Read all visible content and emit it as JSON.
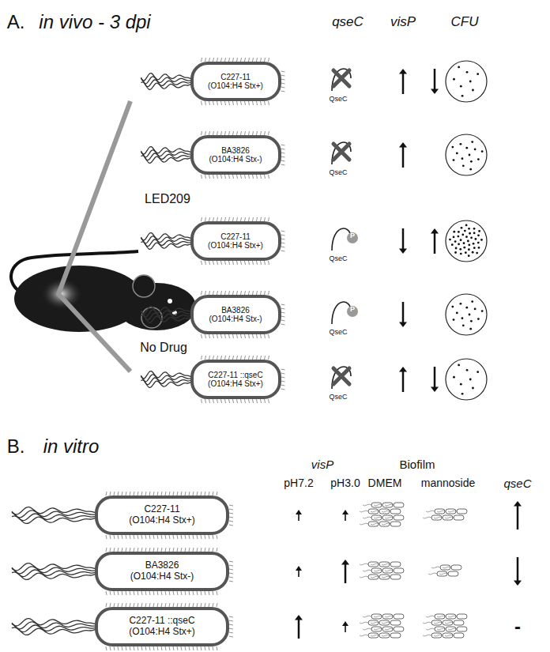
{
  "diagram": {
    "nodes": [
      {
        "text": [
          "C227-11",
          "(O104:H4 Stx+)"
        ]
      },
      {
        "text": [
          "BA3826",
          "(O104:H4 Stx-)"
        ]
      },
      {
        "text": [
          "C227-11",
          "(O104:H4 Stx+)"
        ]
      },
      {
        "text": [
          "BA3826",
          "(O104:H4 Stx-)"
        ]
      },
      {
        "text": [
          "C227-11 ::qseC",
          "(O104:H4 Stx+)"
        ]
      },
      {
        "text": [
          "C227-11",
          "(O104:H4 Stx+)"
        ]
      },
      {
        "text": [
          "BA3826",
          "(O104:H4 Stx-)"
        ]
      },
      {
        "text": [
          "C227-11 ::qseC",
          "(O104:H4 Stx+)"
        ]
      }
    ],
    "labels": [
      "A.",
      "in vivo - 3 dpi",
      "qseC",
      "visP",
      "CFU",
      "LED209",
      "No Drug",
      "QseC",
      "QseC",
      "QseC",
      "QseC",
      "QseC",
      "P",
      "P",
      "B.",
      "in vitro",
      "visP",
      "pH7.2",
      "pH3.0",
      "Biofilm",
      "DMEM",
      "mannoside",
      "qseC",
      "-"
    ]
  }
}
